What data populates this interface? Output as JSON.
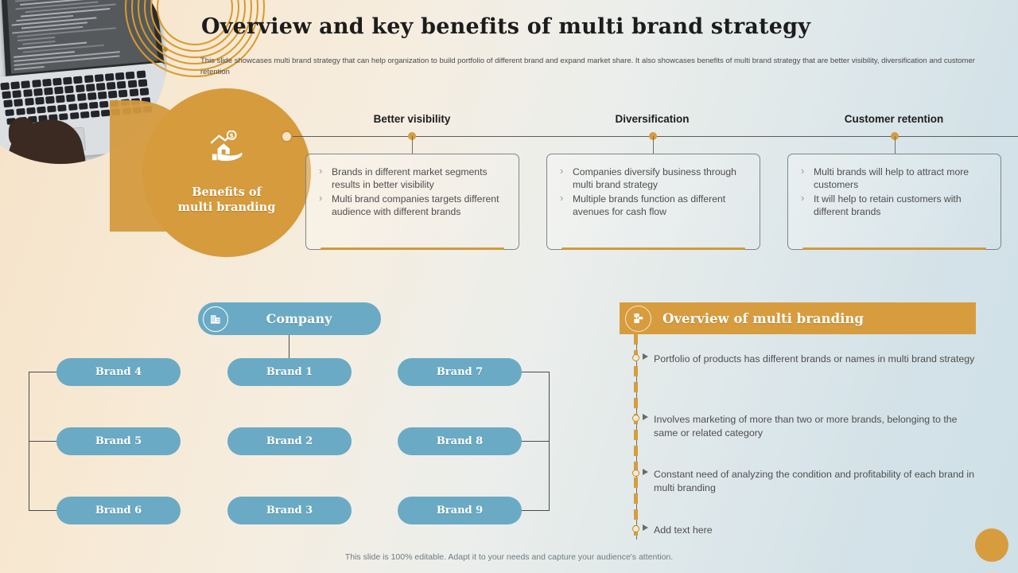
{
  "header": {
    "title": "Overview and key benefits of multi brand strategy",
    "subtitle": "This slide showcases multi brand strategy that can help organization to build portfolio of different brand and expand market share. It also showcases benefits of multi brand strategy that are better visibility, diversification and customer retention"
  },
  "benefits": {
    "hub_line1": "Benefits of",
    "hub_line2": "multi branding",
    "hub_icon": "hand-holding-house-growth-icon",
    "cards": [
      {
        "heading": "Better visibility",
        "bullets": [
          "Brands in different market segments results in better visibility",
          "Multi brand companies targets different audience with different brands"
        ]
      },
      {
        "heading": "Diversification",
        "bullets": [
          "Companies diversify business through multi brand strategy",
          "Multiple  brands function as different avenues for cash flow"
        ]
      },
      {
        "heading": "Customer retention",
        "bullets": [
          "Multi brands will help to attract more customers",
          "It will help to retain customers with different brands"
        ]
      }
    ]
  },
  "org": {
    "root_label": "Company",
    "root_icon": "building-icon",
    "brands": [
      {
        "label": "Brand 4"
      },
      {
        "label": "Brand 1"
      },
      {
        "label": "Brand 7"
      },
      {
        "label": "Brand 5"
      },
      {
        "label": "Brand 2"
      },
      {
        "label": "Brand 8"
      },
      {
        "label": "Brand 6"
      },
      {
        "label": "Brand 3"
      },
      {
        "label": "Brand 9"
      }
    ]
  },
  "overview": {
    "heading": "Overview of multi branding",
    "heading_icon": "documents-stack-icon",
    "items": [
      "Portfolio of products has different brands or names in multi brand strategy",
      "Involves marketing of more than two or more brands, belonging to the same or related category",
      "Constant need of analyzing the condition and profitability of each brand in multi branding",
      "Add text here"
    ]
  },
  "footer": {
    "note": "This slide is 100% editable. Adapt it to your needs and capture your audience's attention."
  },
  "colors": {
    "accent_orange": "#d79c3e",
    "accent_blue": "#6aaac4",
    "text_dark": "#1c1c1c",
    "text_body": "#4f4f4f"
  }
}
